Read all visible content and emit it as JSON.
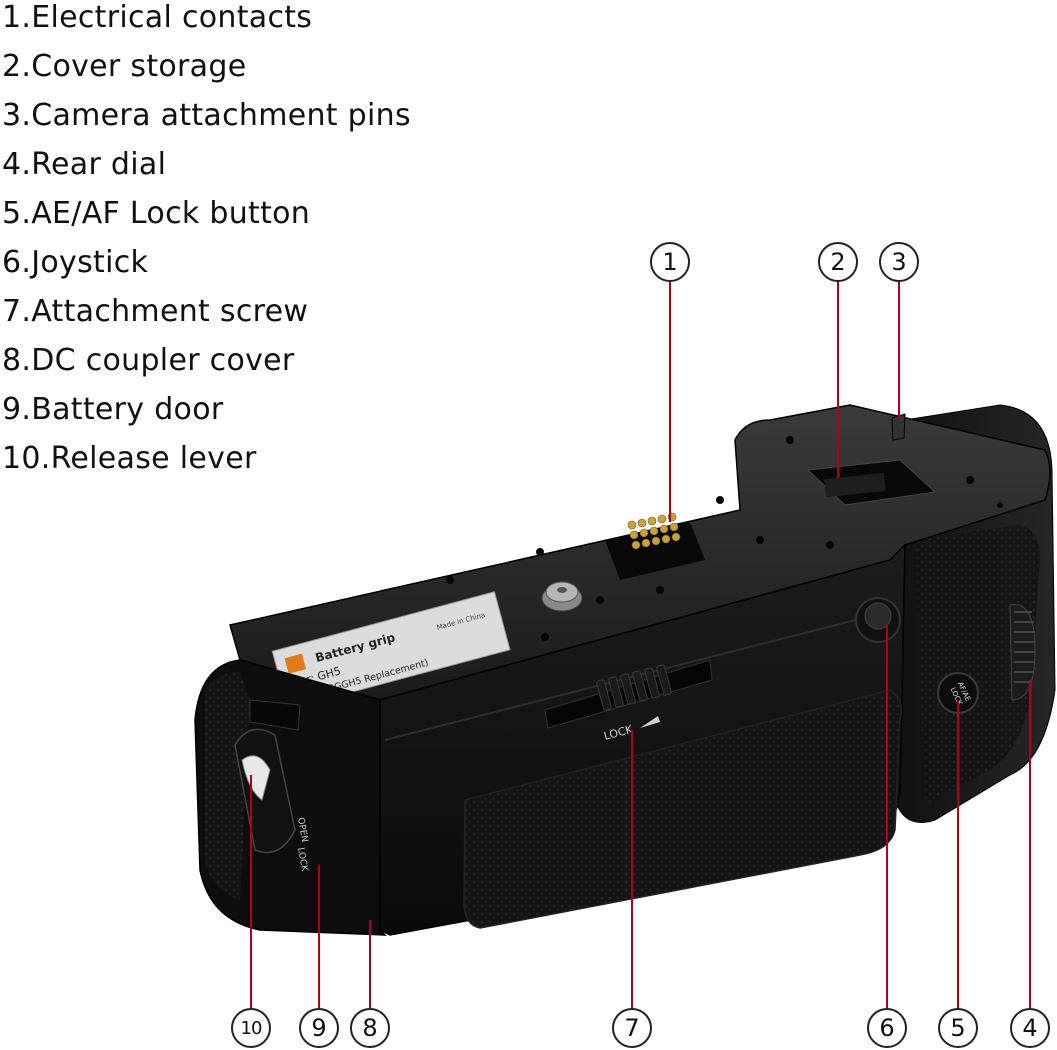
{
  "legend": [
    "1.Electrical contacts",
    "2.Cover storage",
    "3.Camera attachment pins",
    "4.Rear dial",
    "5.AE/AF Lock button",
    "6.Joystick",
    "7.Attachment screw",
    "8.DC coupler cover",
    "9.Battery door",
    "10.Release lever"
  ],
  "callouts": [
    "1",
    "2",
    "3",
    "4",
    "5",
    "6",
    "7",
    "8",
    "9",
    "10"
  ],
  "product_label": {
    "title": "Battery grip",
    "for_model": "For: GH5",
    "replacement": "(DMW-BGGH5 Replacement)",
    "made_in": "Made in China"
  },
  "body_markings": {
    "lock_arrow": "LOCK",
    "open": "OPEN",
    "lock": "LOCK",
    "afae_line1": "AF/AE",
    "afae_line2": "LOCK"
  },
  "colors": {
    "leader_line": "#b0001a",
    "body": "#111111",
    "contacts": "#b8902e"
  }
}
